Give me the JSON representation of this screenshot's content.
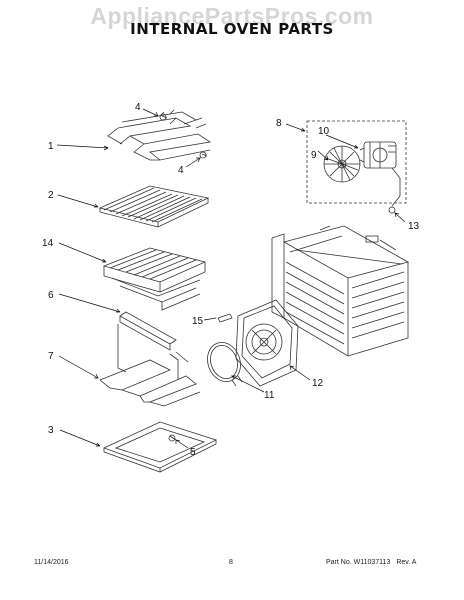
{
  "watermark": "AppliancePartsPros.com",
  "title": "INTERNAL OVEN PARTS",
  "callouts": {
    "c1": "1",
    "c2": "2",
    "c3": "3",
    "c4a": "4",
    "c4b": "4",
    "c5": "5",
    "c6": "6",
    "c7": "7",
    "c8": "8",
    "c9": "9",
    "c10": "10",
    "c11": "11",
    "c12": "12",
    "c13": "13",
    "c14": "14",
    "c15": "15"
  },
  "footer": {
    "date": "11/14/2016",
    "page": "8",
    "part_no": "Part No. W11037113",
    "rev": "Rev. A"
  },
  "colors": {
    "line": "#333333",
    "text": "#111111",
    "watermark": "#d6d6d6"
  }
}
